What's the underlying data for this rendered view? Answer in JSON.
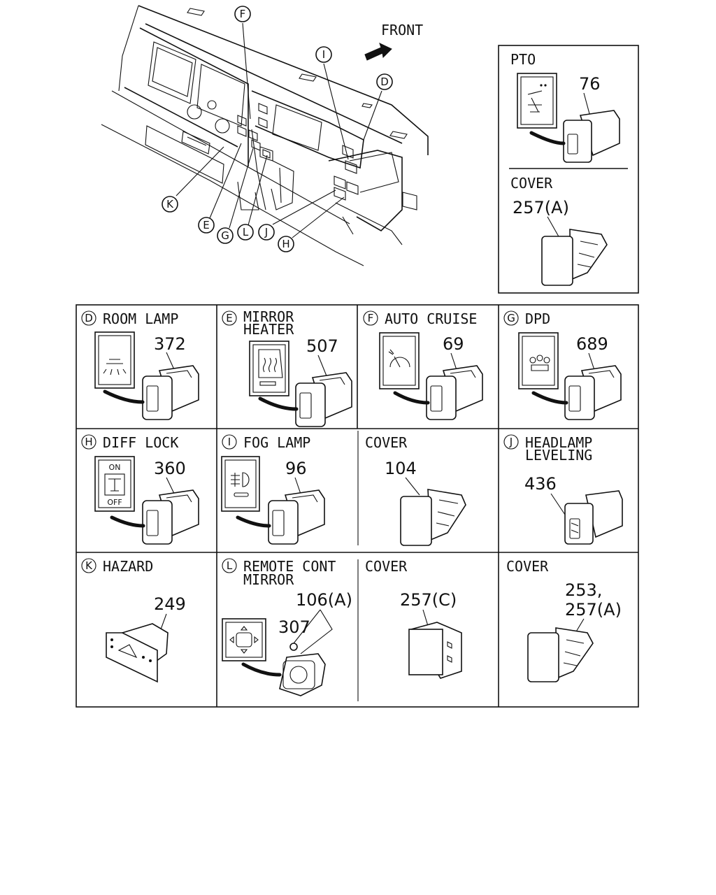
{
  "overview": {
    "front_label": "FRONT",
    "callouts": {
      "F": "F",
      "I": "I",
      "D": "D",
      "K": "K",
      "E": "E",
      "G": "G",
      "L": "L",
      "J": "J",
      "H": "H"
    }
  },
  "pto_panel": {
    "title": "PTO",
    "switch_part": "76",
    "cover_title": "COVER",
    "cover_part": "257(A)"
  },
  "cells": {
    "d": {
      "letter": "D",
      "title": "ROOM LAMP",
      "part": "372"
    },
    "e": {
      "letter": "E",
      "title_line1": "MIRROR",
      "title_line2": "HEATER",
      "part": "507"
    },
    "f": {
      "letter": "F",
      "title": "AUTO CRUISE",
      "part": "69"
    },
    "g": {
      "letter": "G",
      "title": "DPD",
      "part": "689"
    },
    "h": {
      "letter": "H",
      "title": "DIFF LOCK",
      "part": "360",
      "on_text": "ON",
      "off_text": "OFF"
    },
    "i": {
      "letter": "I",
      "title": "FOG LAMP",
      "part": "96"
    },
    "cover104": {
      "title": "COVER",
      "part": "104"
    },
    "j": {
      "letter": "J",
      "title_line1": "HEADLAMP",
      "title_line2": "LEVELING",
      "part": "436"
    },
    "k": {
      "letter": "K",
      "title": "HAZARD",
      "part": "249"
    },
    "l": {
      "letter": "L",
      "title_line1": "REMOTE CONT",
      "title_line2": "MIRROR",
      "part_a": "106(A)",
      "part_b": "307"
    },
    "cover257c": {
      "title": "COVER",
      "part": "257(C)"
    },
    "cover253": {
      "title": "COVER",
      "part_line1": "253,",
      "part_line2": "257(A)"
    }
  },
  "colors": {
    "line": "#111111",
    "background": "#ffffff"
  }
}
